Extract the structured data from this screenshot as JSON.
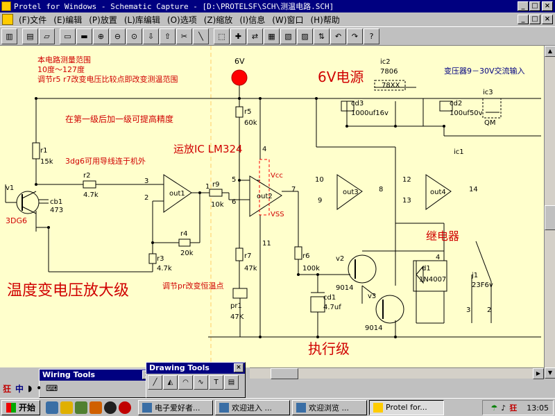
{
  "window": {
    "title": "Protel for Windows - Schematic Capture - [D:\\PROTELSF\\SCH\\测温电路.SCH]",
    "min": "_",
    "max": "□",
    "close": "×"
  },
  "menu": [
    "(F)文件",
    "(E)编辑",
    "(P)放置",
    "(L)库编辑",
    "(O)选项",
    "(Z)缩放",
    "(I)信息",
    "(W)窗口",
    "(H)帮助"
  ],
  "child_window": {
    "min": "_",
    "max": "□",
    "close": "×"
  },
  "toolbar": {
    "tools": [
      "lib-icon",
      "save-icon",
      "open-icon",
      "new-icon",
      "print-icon",
      "zoom-in-icon",
      "zoom-out-icon",
      "zoom-fit-icon",
      "move-down-icon",
      "move-up-icon",
      "cut-icon",
      "wire-icon",
      "select-icon",
      "cross-icon",
      "component-icon",
      "library-icon",
      "browse-icon",
      "hierarchy-icon",
      "sheet-icon",
      "undo-icon",
      "redo-icon",
      "help-icon"
    ],
    "help_label": "?"
  },
  "schematic": {
    "notes": {
      "range_title": "本电路测量范围",
      "range_value": "10度～127度",
      "range_adjust": "调节r5 r7改变电压比较点即改变测温范围",
      "precision": "在第一级后加一级可提高精度",
      "sensor_note": "3dg6可用导线连于机外",
      "opamp_title": "运放IC  LM324",
      "amp_stage": "温度变电压放大级",
      "pr_adjust": "调节pr改变恒温点",
      "exec_stage": "执行级",
      "relay_title": "继电器",
      "supply_title": "6V电源",
      "transformer": "变压器9－30V交流输入"
    },
    "labels": {
      "v6": "6V",
      "r5": "r5",
      "r5v": "60k",
      "r1": "r1",
      "r1v": "15k",
      "v1": "v1",
      "cb1": "cb1",
      "cb1v": "473",
      "q1": "3DG6",
      "r2": "r2",
      "r2v": "4.7k",
      "out1": "out1",
      "r9": "r9",
      "r9v": "10k",
      "r4": "r4",
      "r4v": "20k",
      "r3": "r3",
      "r3v": "4.7k",
      "out2": "out2",
      "vcc": "Vcc",
      "vss": "VSS",
      "r7": "r7",
      "r7v": "47k",
      "pr1": "pr1",
      "pr1v": "47K",
      "r6": "r6",
      "r6v": "100k",
      "v2": "v2",
      "q2": "9014",
      "v3": "v3",
      "q3": "9014",
      "cd1": "cd1",
      "cd1v": "4.7uf",
      "out3": "out3",
      "out4": "out4",
      "d1": "d1",
      "d1v": "1N4007",
      "j1": "j1",
      "j1v": "23F6v",
      "ic2": "ic2",
      "ic2v": "7806",
      "ic2x": "78XX",
      "cd3": "cd3",
      "cd3v": "1000uf16v",
      "cd2": "cd2",
      "cd2v": "100uf50v",
      "ic3": "ic3",
      "qm": "QM",
      "ic1": "ic1",
      "p3": "3",
      "p2": "2",
      "p1": "1",
      "p5": "5",
      "p6": "6",
      "p7": "7",
      "p4": "4",
      "p11": "11",
      "p10": "10",
      "p9": "9",
      "p8": "8",
      "p12": "12",
      "p13": "13",
      "p14": "14",
      "j3": "3",
      "j2": "2",
      "j4": "4"
    }
  },
  "wiring_tools": {
    "title": "Wiring Tools",
    "close": "×"
  },
  "drawing_tools": {
    "title": "Drawing Tools",
    "close": "×",
    "text_tool": "T"
  },
  "ime": [
    "狂",
    "中",
    "◗",
    "•",
    "⌨"
  ],
  "taskbar": {
    "start": "开始",
    "tasks": [
      "电子爱好者...",
      "欢迎进入 ...",
      "欢迎浏览 ...",
      "Protel for..."
    ],
    "active_task": 3,
    "clock": "13:05",
    "tray_ime": "狂"
  }
}
